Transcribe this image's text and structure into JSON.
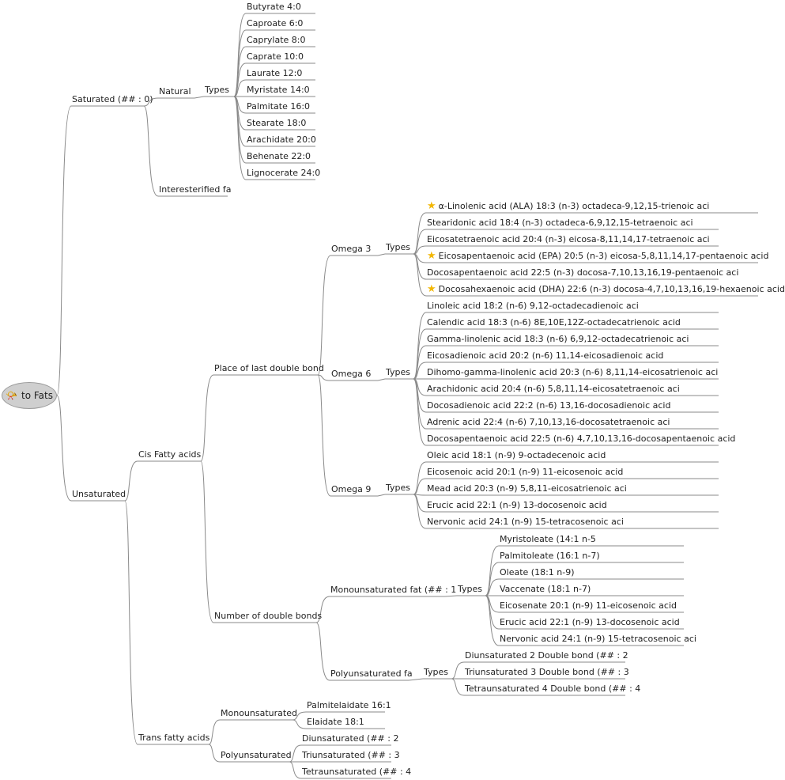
{
  "root": {
    "label": "to Fats",
    "icon": "horn-icon"
  },
  "nodes": {
    "saturated": "Saturated (## : 0)",
    "natural": "Natural",
    "types": "Types",
    "sat_types": [
      "Butyrate 4:0",
      "Caproate 6:0",
      "Caprylate 8:0",
      "Caprate 10:0",
      "Laurate 12:0",
      "Myristate 14:0",
      "Palmitate 16:0",
      "Stearate 18:0",
      "Arachidate 20:0",
      "Behenate 22:0",
      "Lignocerate 24:0"
    ],
    "interesterified": "Interesterified fa",
    "unsaturated": "Unsaturated",
    "cis": "Cis Fatty acids",
    "place_last": "Place of last double bond",
    "omega3": "Omega 3",
    "omega3_types": [
      "α-Linolenic acid (ALA)  18:3 (n-3)  octadeca-9,12,15-trienoic aci",
      "Stearidonic acid  18:4 (n-3)  octadeca-6,9,12,15-tetraenoic aci",
      "Eicosatetraenoic acid  20:4 (n-3)  eicosa-8,11,14,17-tetraenoic aci",
      "Eicosapentaenoic acid (EPA)  20:5 (n-3)  eicosa-5,8,11,14,17-pentaenoic acid",
      "Docosapentaenoic acid  22:5 (n-3)  docosa-7,10,13,16,19-pentaenoic aci",
      "Docosahexaenoic acid (DHA)  22:6 (n-3)  docosa-4,7,10,13,16,19-hexaenoic acid"
    ],
    "omega6": "Omega 6",
    "omega6_types": [
      "Linoleic acid  18:2 (n-6)  9,12-octadecadienoic aci",
      "Calendic acid  18:3 (n-6)  8E,10E,12Z-octadecatrienoic acid",
      "Gamma-linolenic acid  18:3 (n-6)  6,9,12-octadecatrienoic aci",
      "Eicosadienoic acid  20:2 (n-6)  11,14-eicosadienoic acid",
      "Dihomo-gamma-linolenic acid  20:3 (n-6)  8,11,14-eicosatrienoic aci",
      "Arachidonic acid  20:4 (n-6)  5,8,11,14-eicosatetraenoic aci",
      "Docosadienoic acid  22:2 (n-6)  13,16-docosadienoic acid",
      "Adrenic acid  22:4 (n-6)  7,10,13,16-docosatetraenoic aci",
      "Docosapentaenoic acid  22:5 (n-6)  4,7,10,13,16-docosapentaenoic acid"
    ],
    "omega9": "Omega 9",
    "omega9_types": [
      "Oleic acid  18:1 (n-9)  9-octadecenoic acid",
      "Eicosenoic acid  20:1 (n-9)  11-eicosenoic acid",
      "Mead acid  20:3 (n-9)  5,8,11-eicosatrienoic aci",
      "Erucic acid  22:1 (n-9)  13-docosenoic acid",
      "Nervonic acid  24:1 (n-9)  15-tetracosenoic aci"
    ],
    "num_double": "Number of double bonds",
    "mono": "Monounsaturated fat (## : 1",
    "mono_types": [
      "Myristoleate (14:1 n-5",
      "Palmitoleate (16:1 n-7)",
      "Oleate (18:1 n-9)",
      "Vaccenate (18:1 n-7)",
      "Eicosenate 20:1 (n-9)  11-eicosenoic acid",
      "Erucic acid  22:1 (n-9)  13-docosenoic acid",
      "Nervonic acid  24:1 (n-9)  15-tetracosenoic aci"
    ],
    "poly": "Polyunsaturated fa",
    "poly_types": [
      "Diunsaturated 2 Double bond (## : 2",
      "Triunsaturated 3 Double bond (## : 3",
      "Tetraunsaturated 4 Double bond (## : 4"
    ],
    "trans": "Trans fatty acids",
    "trans_mono": "Monounsaturated",
    "trans_mono_types": [
      "Palmitelaidate 16:1",
      "Elaidate 18:1"
    ],
    "trans_poly": "Polyunsaturated",
    "trans_poly_types": [
      "Diunsaturated (## : 2",
      "Triunsaturated  (## : 3",
      "Tetraunsaturated  (## : 4"
    ]
  },
  "starred": [
    "α-Linolenic acid (ALA)  18:3 (n-3)  octadeca-9,12,15-trienoic aci",
    "Eicosapentaenoic acid (EPA)  20:5 (n-3)  eicosa-5,8,11,14,17-pentaenoic acid",
    "Docosahexaenoic acid (DHA)  22:6 (n-3)  docosa-4,7,10,13,16,19-hexaenoic acid"
  ],
  "colors": {
    "line": "#8a8a8a",
    "text": "#222222",
    "root_fill": "#cfcfcf",
    "star": "#f2b705"
  }
}
